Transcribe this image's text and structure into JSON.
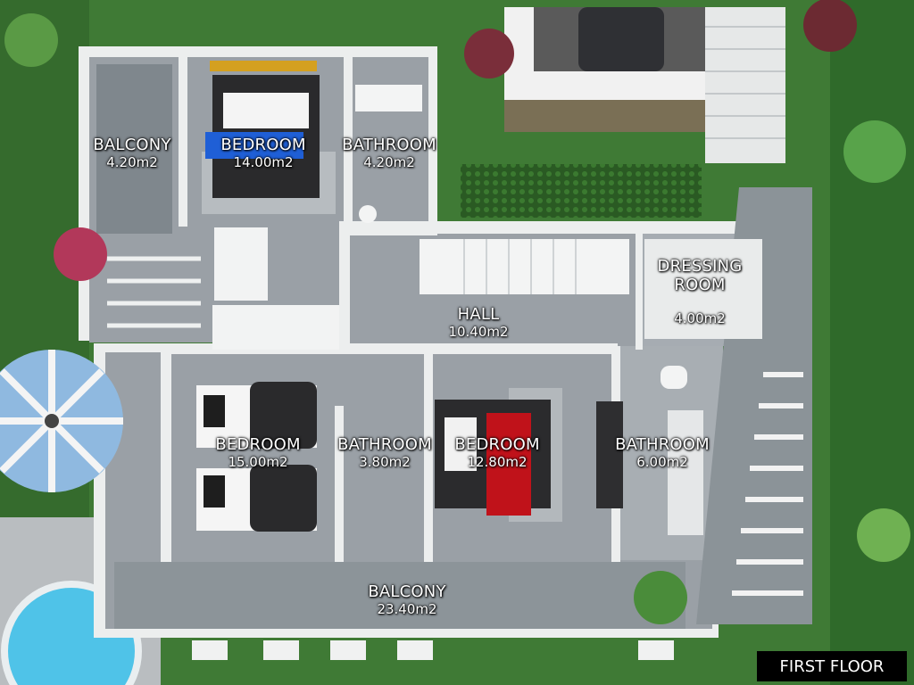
{
  "rooms": [
    {
      "name": "BALCONY",
      "area": "4.20m2"
    },
    {
      "name": "BEDROOM",
      "area": "14.00m2"
    },
    {
      "name": "BATHROOM",
      "area": "4.20m2"
    },
    {
      "name": "DRESSING\nROOM",
      "area": "4.00m2"
    },
    {
      "name": "HALL",
      "area": "10.40m2"
    },
    {
      "name": "BEDROOM",
      "area": "15.00m2"
    },
    {
      "name": "BATHROOM",
      "area": "3.80m2"
    },
    {
      "name": "BEDROOM",
      "area": "12.80m2"
    },
    {
      "name": "BATHROOM",
      "area": "6.00m2"
    },
    {
      "name": "BALCONY",
      "area": "23.40m2"
    }
  ],
  "floor_label": "FIRST FLOOR",
  "colors": {
    "grass": "#3f7a35",
    "floor": "#9aa0a6",
    "wall": "#eceeee",
    "pool": "#4fc3e8",
    "bed_blue": "#1f5fd6",
    "bed_red": "#c0121a"
  }
}
